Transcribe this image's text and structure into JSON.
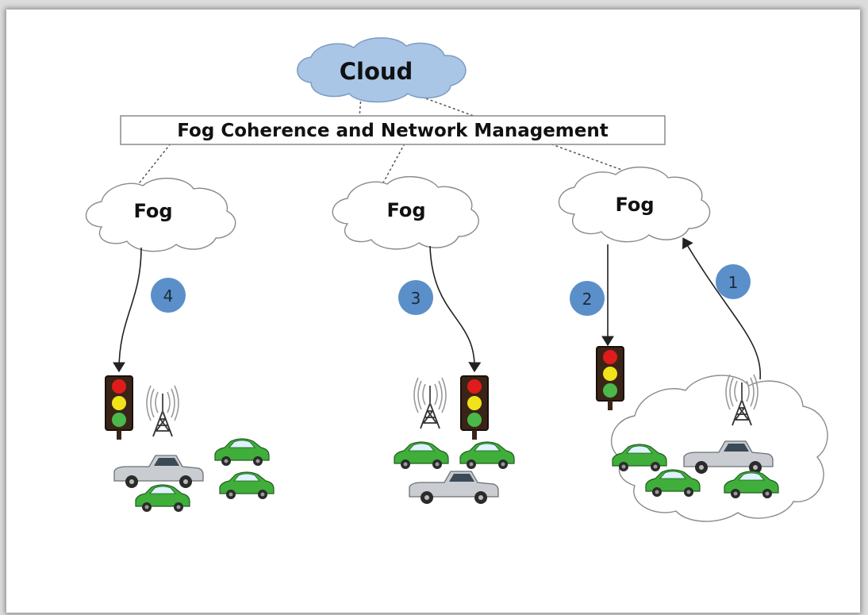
{
  "title_cloud": "Cloud",
  "management_box": "Fog Coherence and Network Management",
  "fog_nodes": [
    {
      "label": "Fog"
    },
    {
      "label": "Fog"
    },
    {
      "label": "Fog"
    }
  ],
  "steps": [
    "4",
    "3",
    "2",
    "1"
  ],
  "colors": {
    "cloud_fill": "#a9c6e6",
    "badge_fill": "#5b8fc9",
    "car_green": "#3fae3a",
    "light_red": "#e01b1b",
    "light_yellow": "#f2e21a",
    "light_green": "#4bb84a",
    "light_body": "#3a2418"
  }
}
